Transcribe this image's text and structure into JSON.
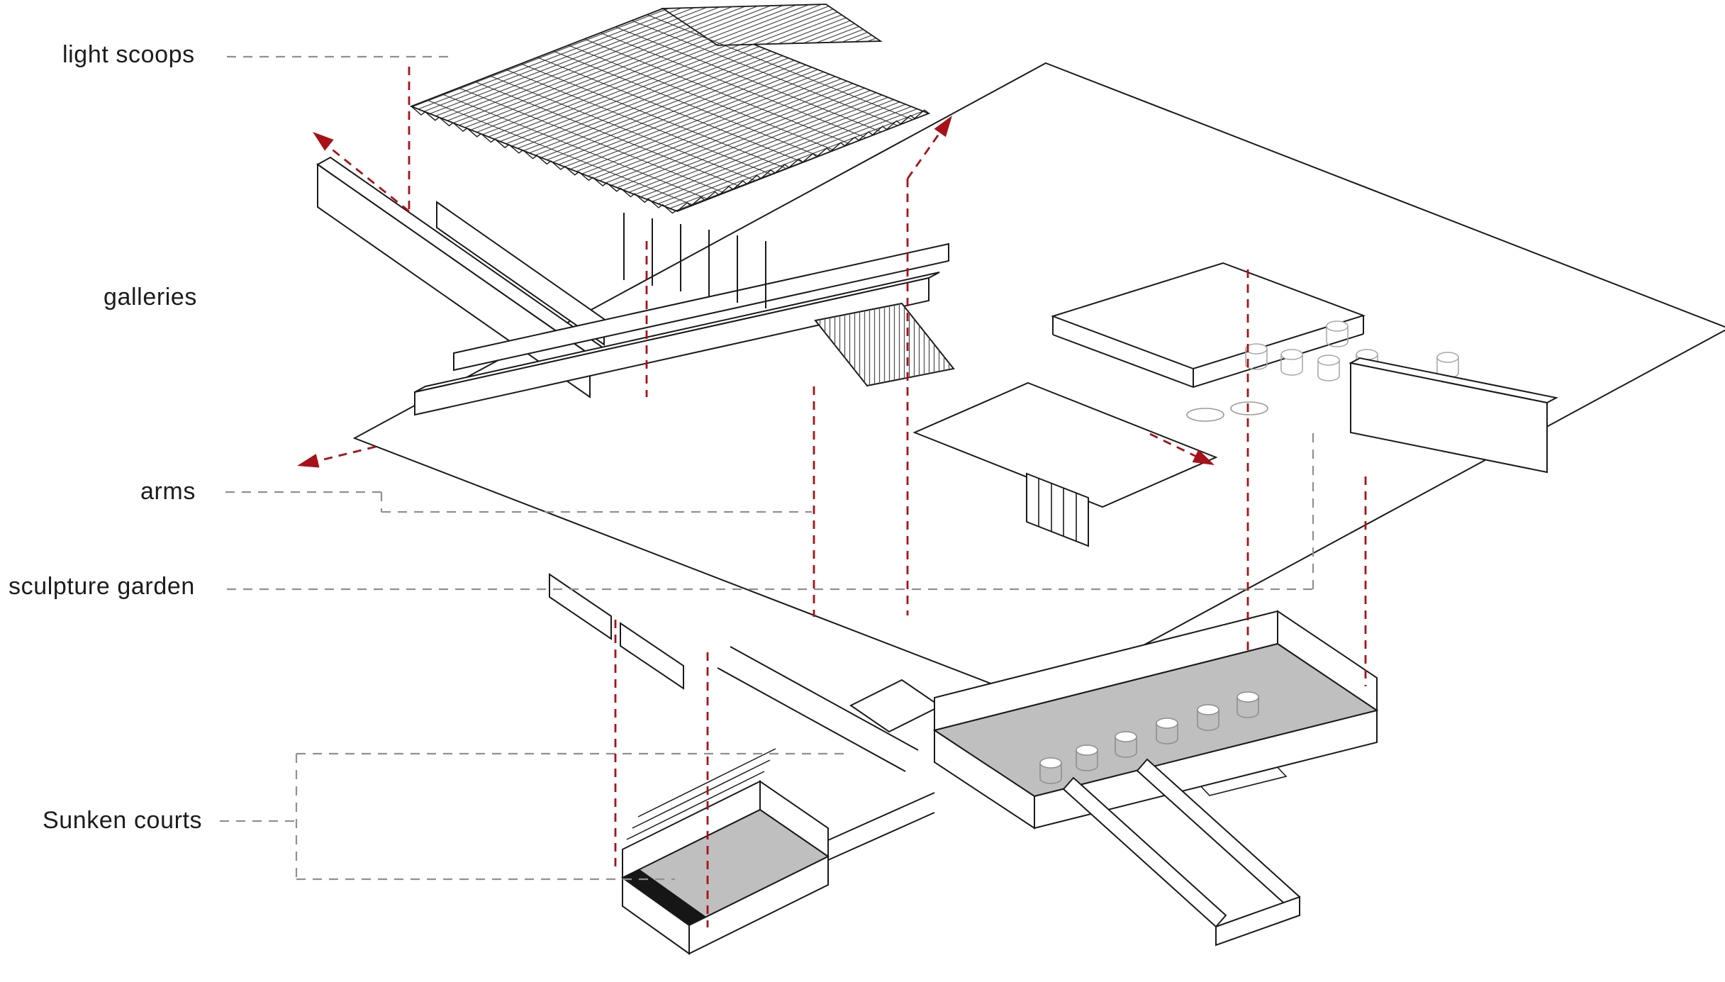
{
  "labels": {
    "light_scoops": "light scoops",
    "galleries": "galleries",
    "arms": "arms",
    "sculpture_garden": "sculpture garden",
    "sunken_courts": "Sunken courts"
  },
  "colors": {
    "accent_red": "#a81117",
    "drawing_line": "#1a1a1a",
    "leader_gray": "#909090",
    "court_fill_gray": "#bfbfbf",
    "stair_dark": "#161616",
    "background": "#ffffff"
  }
}
